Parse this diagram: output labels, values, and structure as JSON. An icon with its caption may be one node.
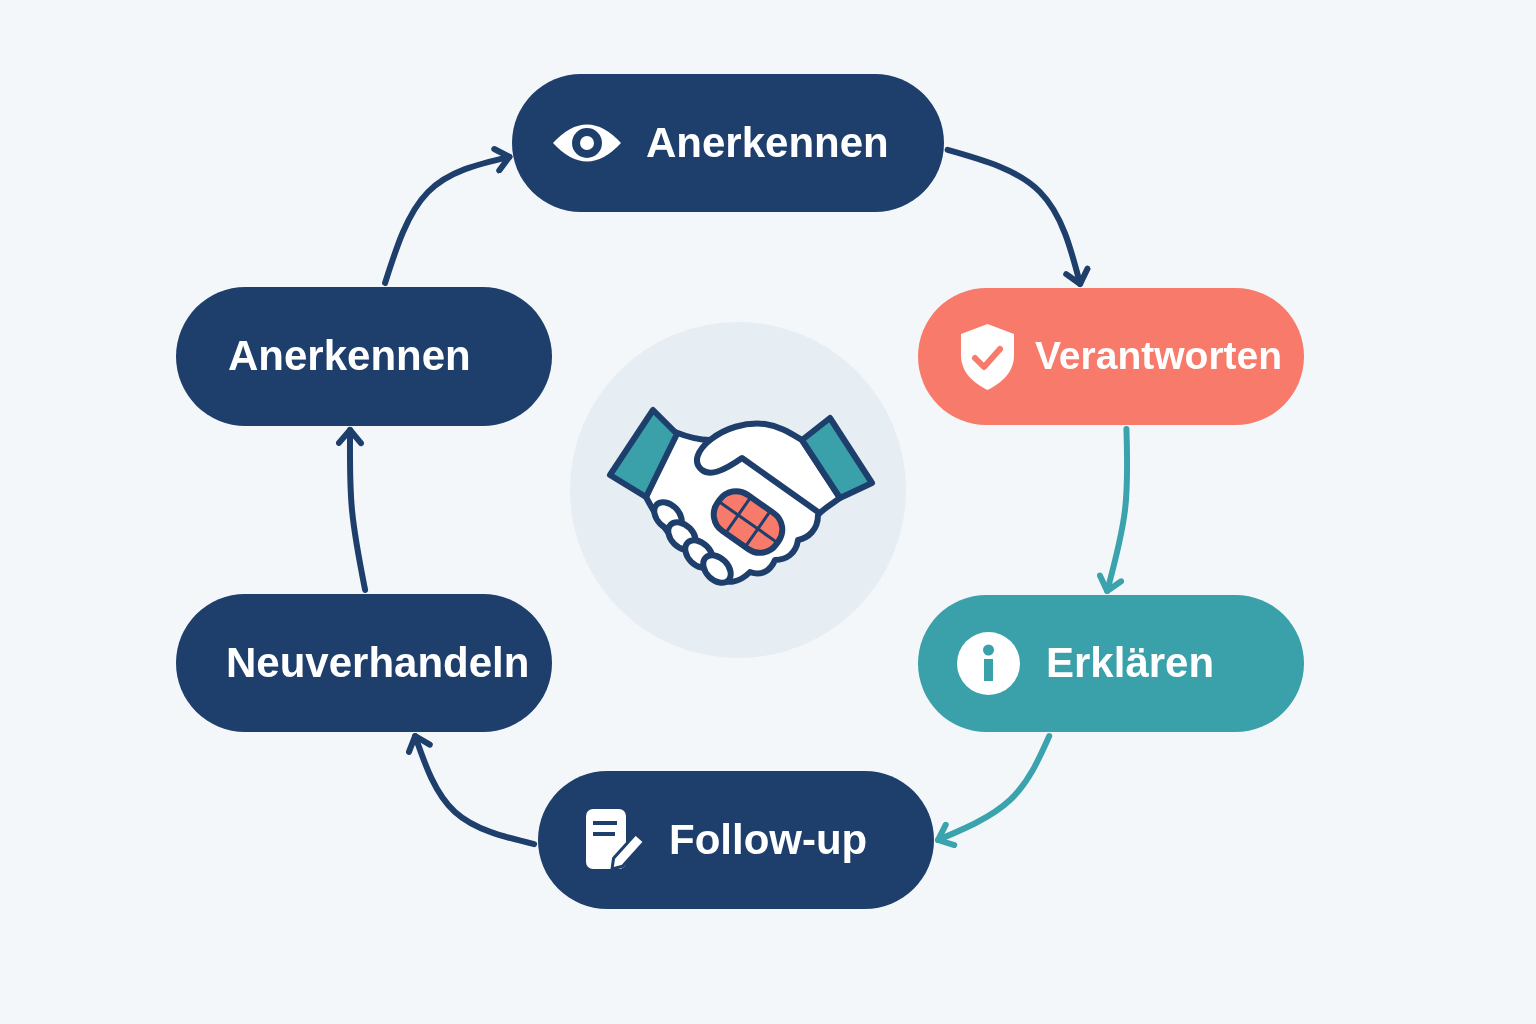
{
  "diagram": {
    "nodes": [
      {
        "text": [
          "Anerkennen"
        ]
      },
      {
        "text": [
          "Verantworten"
        ]
      },
      {
        "text": [
          "Erklären"
        ]
      },
      {
        "text": [
          "Follow-up"
        ]
      },
      {
        "text": [
          "Neuverhandeln"
        ]
      },
      {
        "text": [
          "Anerkennen"
        ]
      }
    ],
    "edges": [
      {
        "from": 0,
        "to": 1,
        "arrow": "to"
      },
      {
        "from": 1,
        "to": 2,
        "arrow": "to",
        "color": "#3aa3ad"
      },
      {
        "from": 2,
        "to": 3,
        "arrow": "to",
        "color": "#3aa3ad"
      },
      {
        "from": 3,
        "to": 4,
        "arrow": "to"
      },
      {
        "from": 4,
        "to": 5,
        "arrow": "to"
      },
      {
        "from": 5,
        "to": 0,
        "arrow": "to"
      }
    ]
  }
}
